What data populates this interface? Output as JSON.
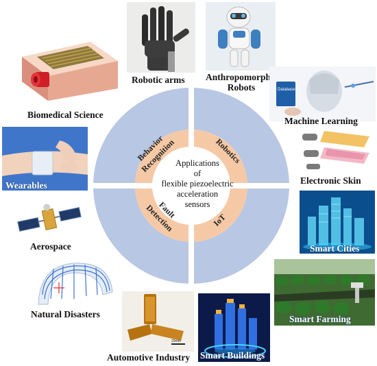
{
  "hub": {
    "lines": [
      "Applications",
      "of",
      "flexible piezoelectric",
      "acceleration",
      "sensors"
    ]
  },
  "inner_sectors": {
    "behavior": [
      "Behavior",
      "Recognition"
    ],
    "robotics": "Robotics",
    "iot": "IoT",
    "fault": [
      "Fault",
      "Detection"
    ]
  },
  "applications": {
    "robotic_arms": "Robotic arms",
    "anthropomorphic": [
      "Anthropomorphic",
      "Robots"
    ],
    "biomedical": "Biomedical Science",
    "machine_learning": "Machine Learning",
    "wearables": "Wearables",
    "electronic_skin": "Electronic Skin",
    "aerospace": "Aerospace",
    "smart_cities": "Smart Cities",
    "smart_farming": "Smart Farming",
    "natural_disasters": "Natural Disasters",
    "automotive": "Automotive Industry",
    "smart_buildings": "Smart Buildings"
  },
  "image_text": {
    "database": "Database",
    "scale_bar": "20mm"
  },
  "colors": {
    "outer_ring": "#b8c7e3",
    "inner_ring": "#f6c9a6",
    "hub_fill": "#ffffff",
    "divider": "#ffffff"
  }
}
